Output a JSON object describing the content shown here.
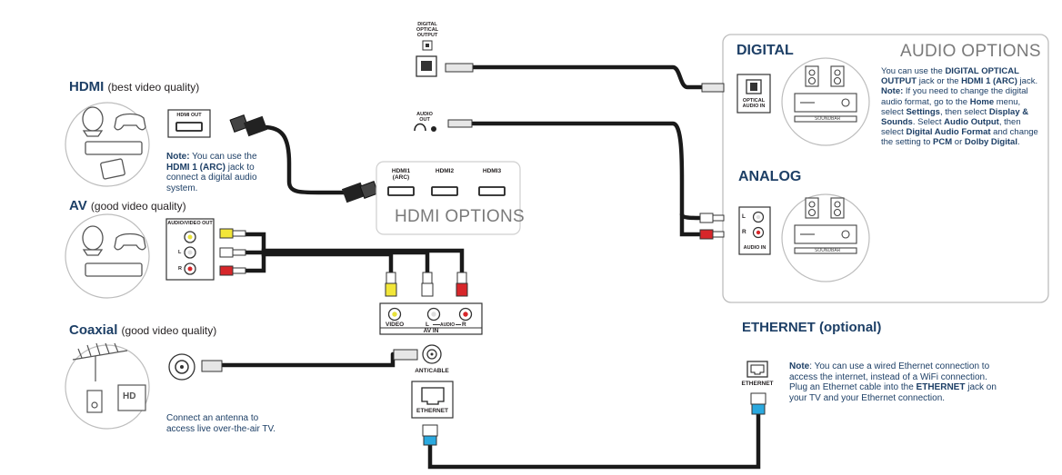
{
  "hdmi": {
    "title": "HDMI",
    "quality": "(best video quality)",
    "jack_label": "HDMI OUT",
    "note_bold": "Note:",
    "note_pre": " You can use the ",
    "note_jack": "HDMI 1 (ARC)",
    "note_post": " jack to connect a digital audio system."
  },
  "av": {
    "title": "AV",
    "quality": "(good video quality)",
    "jack_label": "AUDIO/VIDEO OUT",
    "l": "L",
    "r": "R"
  },
  "coaxial": {
    "title": "Coaxial",
    "quality": "(good video quality)",
    "hd": "HD",
    "caption": "Connect an antenna to access live over-the-air TV."
  },
  "tv_panel": {
    "optical_label": "DIGITAL OPTICAL OUTPUT",
    "audio_out_label": "AUDIO OUT",
    "hdmi1": "HDMI1 (ARC)",
    "hdmi2": "HDMI2",
    "hdmi3": "HDMI3",
    "hdmi_options": "HDMI OPTIONS",
    "av_in": {
      "video": "VIDEO",
      "l": "L",
      "audio": "AUDIO",
      "r": "R",
      "label": "AV IN"
    },
    "ant_cable": "ANT/CABLE",
    "ethernet": "ETHERNET"
  },
  "audio_options": {
    "title": "AUDIO OPTIONS",
    "digital": "DIGITAL",
    "analog": "ANALOG",
    "optical_audio_in": "OPTICAL AUDIO IN",
    "audio_in": "AUDIO IN",
    "l": "L",
    "r": "R",
    "soundbar": "SOUNDBAR",
    "text": [
      {
        "t": "You can use the ",
        "b": false
      },
      {
        "t": "DIGITAL OPTICAL OUTPUT",
        "b": true
      },
      {
        "t": " jack or the ",
        "b": false
      },
      {
        "t": "HDMI 1 (ARC)",
        "b": true
      },
      {
        "t": " jack.",
        "b": false
      },
      {
        "t": "\n",
        "b": false
      },
      {
        "t": "Note:",
        "b": true
      },
      {
        "t": " If you need to change the digital audio format, go to the ",
        "b": false
      },
      {
        "t": "Home",
        "b": true
      },
      {
        "t": " menu, select ",
        "b": false
      },
      {
        "t": "Settings",
        "b": true
      },
      {
        "t": ", then select ",
        "b": false
      },
      {
        "t": "Display & Sounds",
        "b": true
      },
      {
        "t": ". Select ",
        "b": false
      },
      {
        "t": "Audio Output",
        "b": true
      },
      {
        "t": ", then select ",
        "b": false
      },
      {
        "t": "Digital Audio Format",
        "b": true
      },
      {
        "t": " and change the setting to ",
        "b": false
      },
      {
        "t": "PCM",
        "b": true
      },
      {
        "t": " or ",
        "b": false
      },
      {
        "t": "Dolby Digital",
        "b": true
      },
      {
        "t": ".",
        "b": false
      }
    ]
  },
  "ethernet": {
    "title": "ETHERNET (optional)",
    "jack_label": "ETHERNET",
    "text": [
      {
        "t": "Note",
        "b": true
      },
      {
        "t": ": You can use a wired Ethernet connection to access the internet, instead of a WiFi connection. Plug an Ethernet cable into the ",
        "b": false
      },
      {
        "t": "ETHERNET",
        "b": true
      },
      {
        "t": " jack on your TV and your Ethernet connection.",
        "b": false
      }
    ]
  }
}
